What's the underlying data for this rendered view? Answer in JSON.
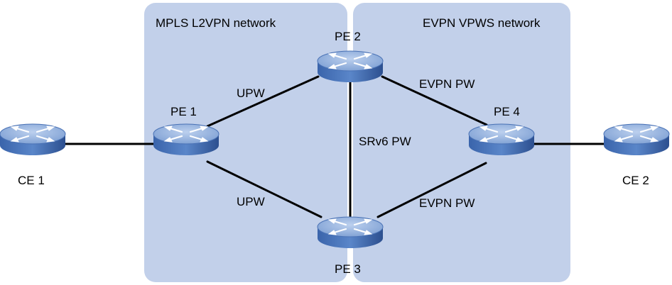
{
  "regions": {
    "mpls": {
      "label": "MPLS L2VPN network"
    },
    "evpn": {
      "label": "EVPN VPWS network"
    }
  },
  "devices": {
    "ce1": {
      "label": "CE 1",
      "icon": "router-icon"
    },
    "pe1": {
      "label": "PE 1",
      "icon": "router-icon"
    },
    "pe2": {
      "label": "PE 2",
      "icon": "router-icon"
    },
    "pe3": {
      "label": "PE 3",
      "icon": "router-icon"
    },
    "pe4": {
      "label": "PE 4",
      "icon": "router-icon"
    },
    "ce2": {
      "label": "CE 2",
      "icon": "router-icon"
    }
  },
  "links": {
    "pe1_pe2": {
      "label": "UPW"
    },
    "pe1_pe3": {
      "label": "UPW"
    },
    "pe2_pe3": {
      "label": "SRv6 PW"
    },
    "pe2_pe4": {
      "label": "EVPN PW"
    },
    "pe3_pe4": {
      "label": "EVPN PW"
    }
  },
  "colors": {
    "region_fill": "#c2d0ea",
    "router_top": "#8fb0de",
    "router_side": "#2f5597",
    "link": "#000000"
  }
}
